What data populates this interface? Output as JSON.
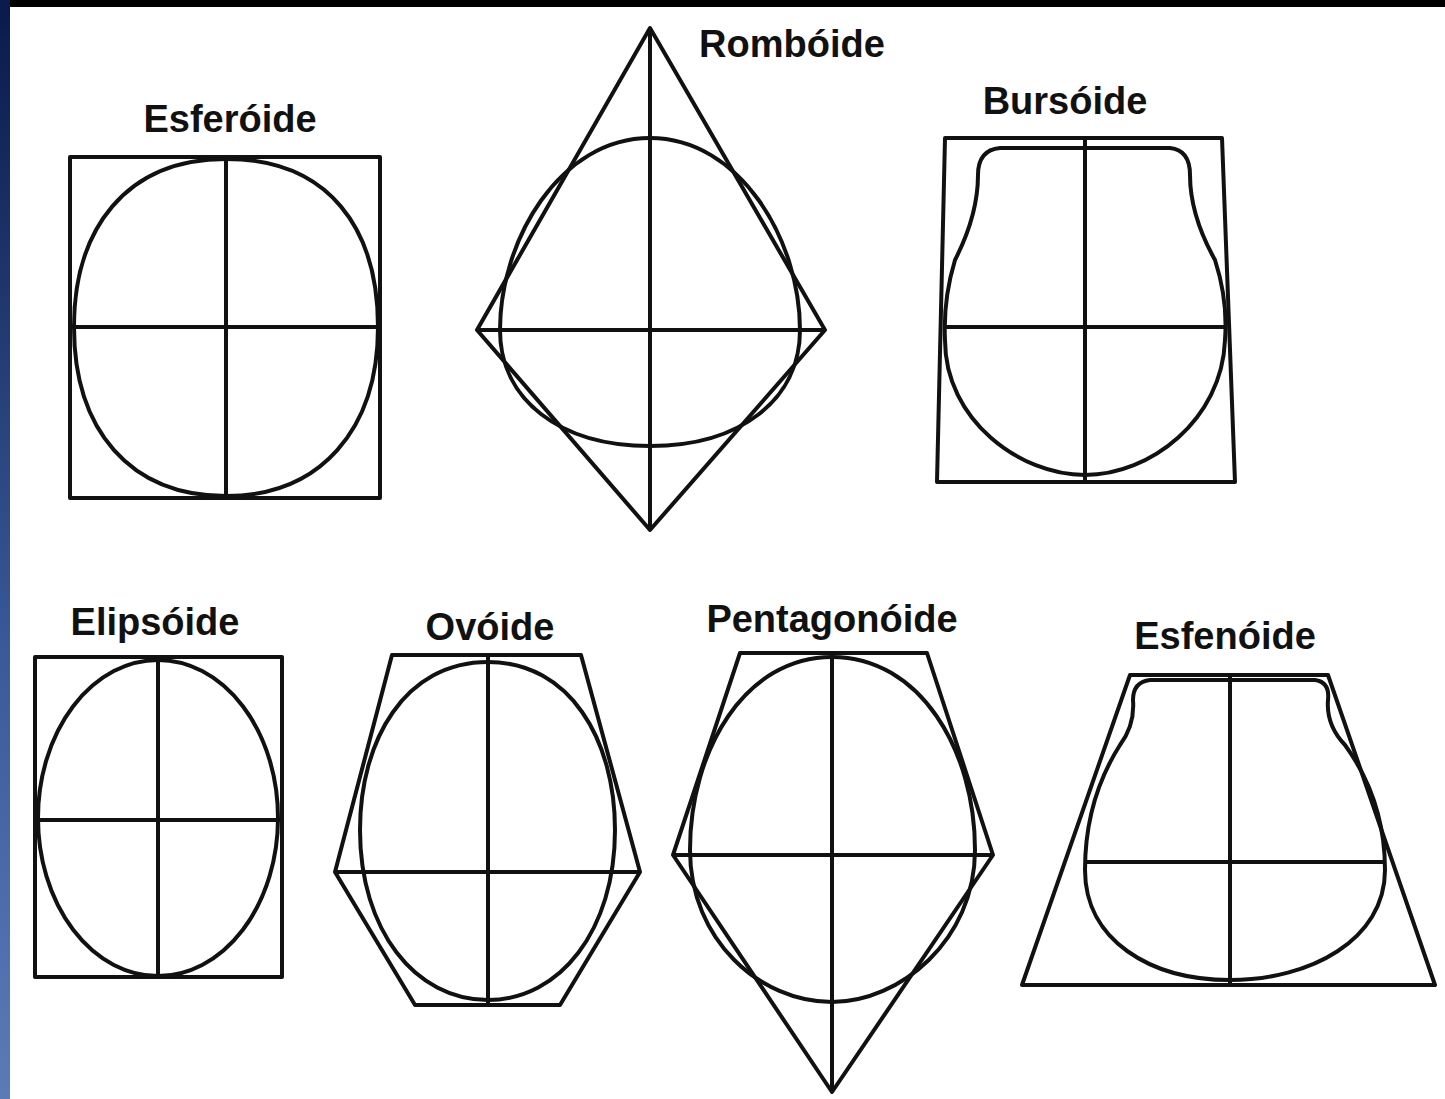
{
  "diagram": {
    "nodes": [
      {
        "text": [
          "Esferóide"
        ]
      },
      {
        "text": [
          "Rombóide"
        ]
      },
      {
        "text": [
          "Bursóide"
        ]
      },
      {
        "text": [
          "Elipsóide"
        ]
      },
      {
        "text": [
          "Ovóide"
        ]
      },
      {
        "text": [
          "Pentagonóide"
        ]
      },
      {
        "text": [
          "Esfenóide"
        ]
      }
    ]
  }
}
